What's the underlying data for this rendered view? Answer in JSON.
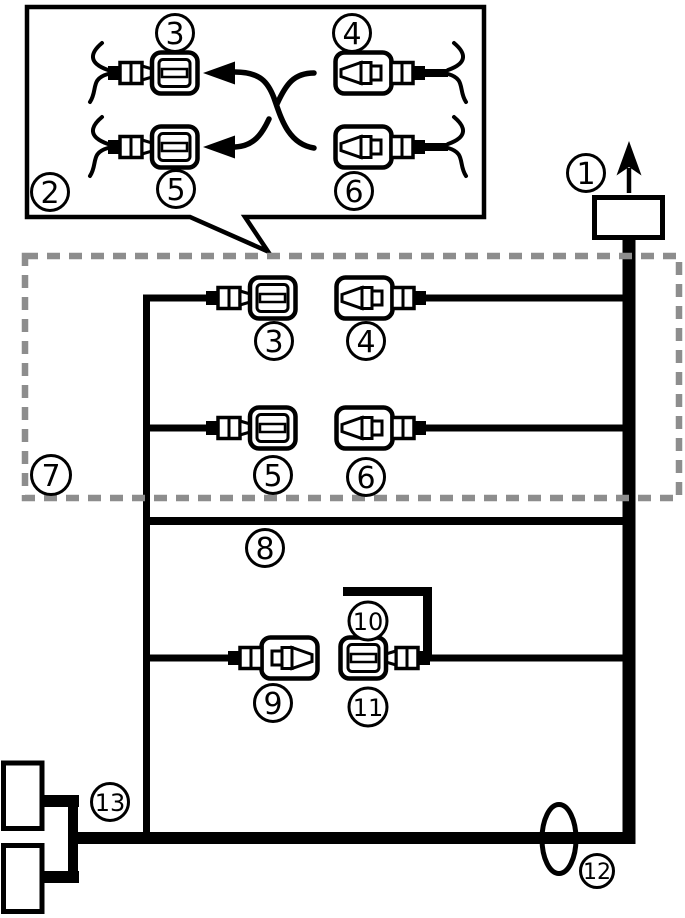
{
  "labels": {
    "l1": "1",
    "l2": "2",
    "l3": "3",
    "l4": "4",
    "l5": "5",
    "l6": "6",
    "l7": "7",
    "l8": "8",
    "l9": "9",
    "l10": "10",
    "l11": "11",
    "l12": "12",
    "l13": "13"
  },
  "colors": {
    "line": "#000000",
    "dashed_box": "#8d8d8d",
    "background": "#ffffff"
  },
  "components": {
    "1": "antenna-plug",
    "2": "crossover-instruction-callout",
    "3": "female-spade-connector",
    "4": "male-spade-connector",
    "5": "female-spade-connector",
    "6": "male-spade-connector",
    "7": "speaker-harness-dashed-group",
    "8": "harness-wire",
    "9": "male-spade-connector",
    "10": "branch-wire",
    "11": "female-spade-connector",
    "12": "wire-loop",
    "13": "head-unit-rear-connectors"
  }
}
